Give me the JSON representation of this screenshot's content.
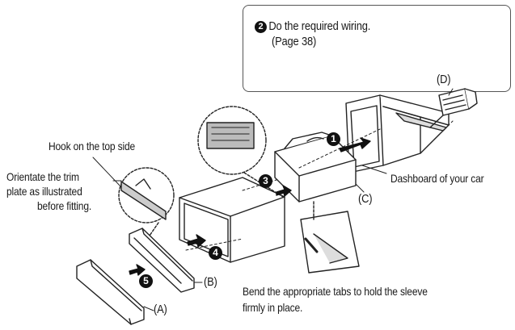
{
  "steps": [
    {
      "num": "1"
    },
    {
      "num": "2",
      "text": "Do the required wiring.",
      "ref": "(Page 38)"
    },
    {
      "num": "3"
    },
    {
      "num": "4"
    },
    {
      "num": "5"
    }
  ],
  "labels": {
    "hook": "Hook on the top side",
    "orientate_1": "Orientate the trim",
    "orientate_2": "plate as illustrated",
    "orientate_3": "before fitting.",
    "dashboard": "Dashboard of your car",
    "bend_1": "Bend the appropriate tabs to hold the sleeve",
    "bend_2": "firmly in place."
  },
  "parts": {
    "A": "(A)",
    "B": "(B)",
    "C": "(C)",
    "D": "(D)"
  }
}
